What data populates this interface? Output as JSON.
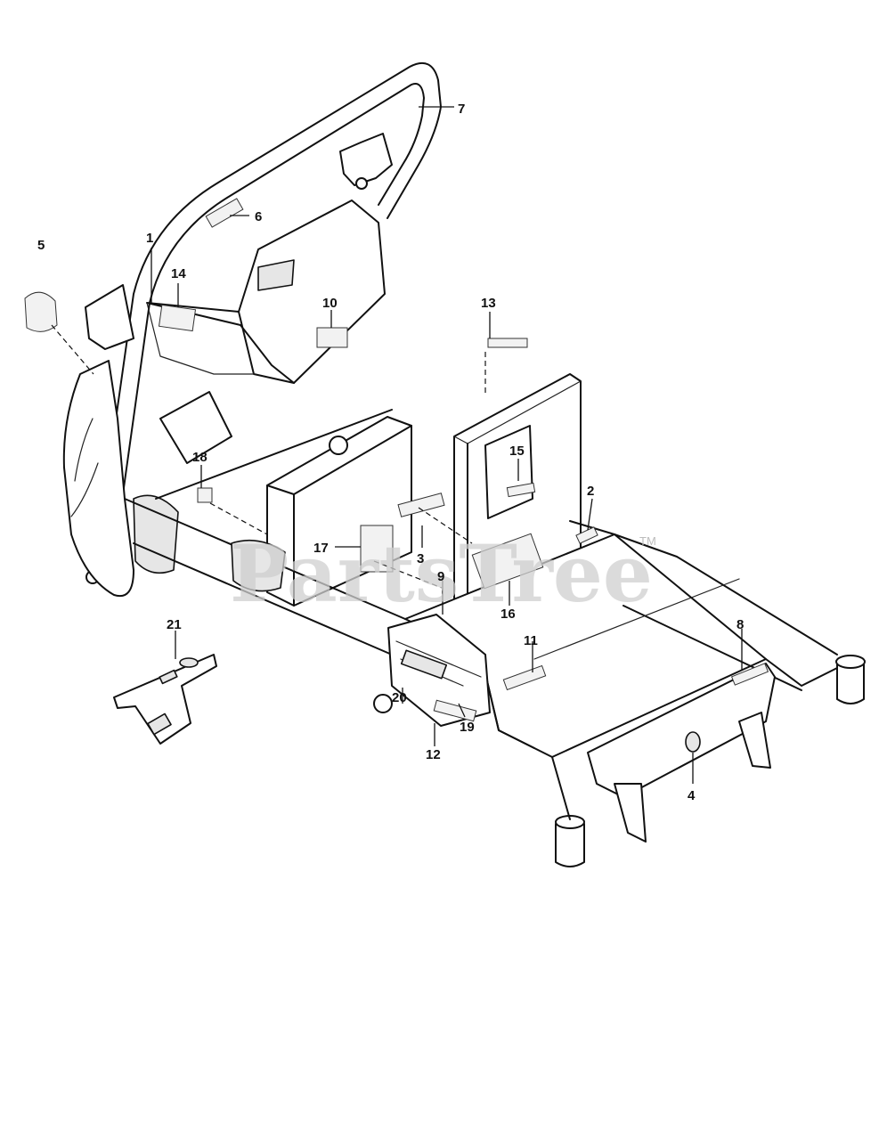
{
  "watermark": {
    "text": "PartsTree",
    "trademark": "TM",
    "color": "#cfcfcf"
  },
  "callouts": [
    "1",
    "2",
    "3",
    "4",
    "5",
    "6",
    "7",
    "8",
    "9",
    "10",
    "11",
    "12",
    "13",
    "14",
    "15",
    "16",
    "17",
    "18",
    "19",
    "20",
    "21"
  ],
  "colors": {
    "line": "#111111",
    "background": "#ffffff",
    "shade": "#e6e6e6"
  }
}
